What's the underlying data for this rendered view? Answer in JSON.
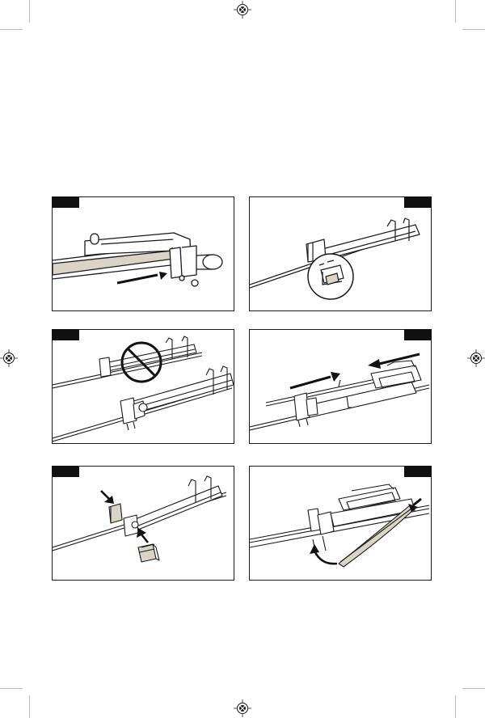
{
  "document": {
    "steps": [
      {
        "label": "",
        "illustration": "wiper-arm-insert"
      },
      {
        "label": "",
        "illustration": "clip-detail-magnified"
      },
      {
        "label": "",
        "illustration": "incorrect-assembly-prohibited"
      },
      {
        "label": "",
        "illustration": "blade-slide-apart"
      },
      {
        "label": "",
        "illustration": "adapter-clip-install"
      },
      {
        "label": "",
        "illustration": "refill-insert-rotate"
      }
    ]
  },
  "colors": {
    "ink": "#1a1a1a",
    "tab": "#111111",
    "rod": "#d9d4c6",
    "crop": "#bdbdbd"
  }
}
